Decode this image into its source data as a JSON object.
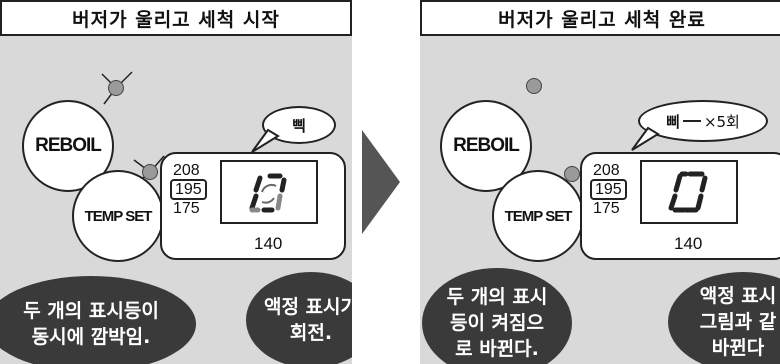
{
  "left": {
    "header": "버저가 울리고 세척 시작",
    "reboil_label": "REBOIL",
    "tempset_label": "TEMP SET",
    "bubble": "삑",
    "temps": [
      "208",
      "195",
      "175"
    ],
    "bottom_value": "140",
    "caption_lamps": "두 개의 표시등이 동시에 깜박임.",
    "caption_lcd": "액정 표시가 회전."
  },
  "right": {
    "header": "버저가 울리고 세척 완료",
    "reboil_label": "REBOIL",
    "tempset_label": "TEMP SET",
    "bubble_main": "삐",
    "bubble_rest": "×5회",
    "temps": [
      "208",
      "195",
      "175"
    ],
    "bottom_value": "140",
    "caption_lamps": "두 개의 표시 등이 켜짐으 로 바뀐다.",
    "caption_lcd_partial": "액정 표시 그림과 같 바뀐다"
  },
  "colors": {
    "panel_bg": "#d9d9d9",
    "caption_bg": "#3a3a3a",
    "arrow": "#555555"
  }
}
